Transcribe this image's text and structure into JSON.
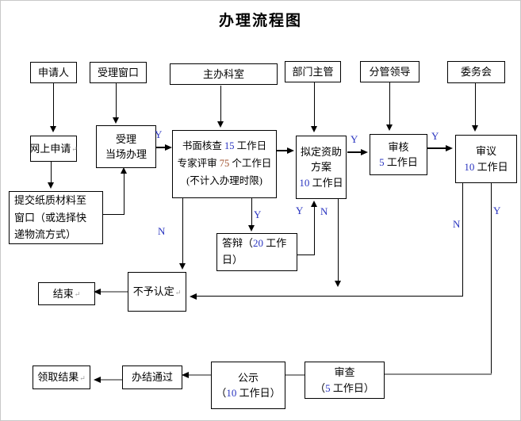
{
  "title": "办理流程图",
  "palette": {
    "blue": "#2a35c0",
    "red": "#a0522d",
    "black": "#000000",
    "gray": "#8c8c8c"
  },
  "marks": {
    "pilcrow": "↵"
  },
  "nodes": {
    "applicant": {
      "lines": [
        [
          {
            "t": "申请人"
          }
        ]
      ]
    },
    "window": {
      "lines": [
        [
          {
            "t": "受理窗口"
          }
        ]
      ]
    },
    "office": {
      "lines": [
        [
          {
            "t": "主办科室"
          }
        ]
      ]
    },
    "dept_head": {
      "lines": [
        [
          {
            "t": "部门主管"
          }
        ]
      ]
    },
    "leader": {
      "lines": [
        [
          {
            "t": "分管领导"
          }
        ]
      ]
    },
    "committee": {
      "lines": [
        [
          {
            "t": "委务会"
          }
        ]
      ]
    },
    "online_apply": {
      "lines": [
        [
          {
            "t": "网上申请"
          }
        ]
      ],
      "pilcrow": true
    },
    "accept_onsite": {
      "lines": [
        [
          {
            "t": "受理"
          }
        ],
        [
          {
            "t": "当场办理"
          }
        ]
      ]
    },
    "written_review": {
      "lines": [
        [
          {
            "t": "书面核查 "
          },
          {
            "t": "15",
            "c": "blue"
          },
          {
            "t": " 工作日"
          }
        ],
        [
          {
            "t": "专家评审 "
          },
          {
            "t": "75",
            "c": "red"
          },
          {
            "t": " 个工作日"
          }
        ],
        [
          {
            "t": "(不计入办理时限)"
          }
        ]
      ]
    },
    "funding_plan": {
      "lines": [
        [
          {
            "t": "拟定资助"
          }
        ],
        [
          {
            "t": "方案"
          }
        ],
        [
          {
            "t": "10",
            "c": "blue"
          },
          {
            "t": " 工作日"
          }
        ]
      ]
    },
    "audit": {
      "lines": [
        [
          {
            "t": "审核"
          }
        ],
        [
          {
            "t": "5",
            "c": "blue"
          },
          {
            "t": " 工作日"
          }
        ]
      ]
    },
    "deliberation": {
      "lines": [
        [
          {
            "t": "审议"
          }
        ],
        [
          {
            "t": "10",
            "c": "blue"
          },
          {
            "t": " 工作日"
          }
        ]
      ]
    },
    "submit_paper": {
      "lines": [
        [
          {
            "t": "提交纸质材料至"
          }
        ],
        [
          {
            "t": "窗口（或选择快"
          }
        ],
        [
          {
            "t": "递物流方式）"
          }
        ]
      ]
    },
    "defense": {
      "lines": [
        [
          {
            "t": "答辩（"
          },
          {
            "t": "20",
            "c": "blue"
          },
          {
            "t": " 工作"
          }
        ],
        [
          {
            "t": "日）"
          }
        ]
      ]
    },
    "rejected": {
      "lines": [
        [
          {
            "t": "不予认定"
          }
        ]
      ],
      "pilcrow": true
    },
    "end": {
      "lines": [
        [
          {
            "t": "结束"
          }
        ]
      ],
      "pilcrow": true
    },
    "get_result": {
      "lines": [
        [
          {
            "t": "领取结果"
          }
        ]
      ],
      "pilcrow": true
    },
    "completed": {
      "lines": [
        [
          {
            "t": "办结通过"
          }
        ]
      ]
    },
    "publicity": {
      "lines": [
        [
          {
            "t": "公示"
          }
        ],
        [
          {
            "t": "（"
          },
          {
            "t": "10",
            "c": "blue"
          },
          {
            "t": " 工作日）"
          }
        ]
      ]
    },
    "review": {
      "lines": [
        [
          {
            "t": "审查"
          }
        ],
        [
          {
            "t": "（"
          },
          {
            "t": "5",
            "c": "blue"
          },
          {
            "t": " 工作日）"
          }
        ]
      ]
    }
  },
  "edge_labels": {
    "accept_yes": "Y",
    "written_no": "N",
    "written_yes": "Y",
    "defense_yes": "Y",
    "plan_no": "N",
    "plan_yes": "Y",
    "audit_yes": "Y",
    "delib_no": "N",
    "delib_yes": "Y"
  }
}
